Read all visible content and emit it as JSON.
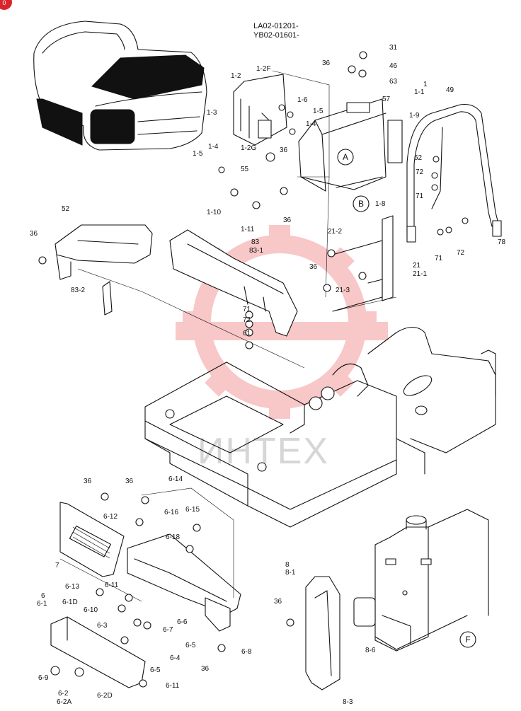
{
  "header": {
    "serial_line_1": "LA02-01201-",
    "serial_line_2": "YB02-01601-"
  },
  "watermark": {
    "text": "ИНТЕХ",
    "color": "#e8393a"
  },
  "corner_badge": {
    "text": "0",
    "color": "#d9262c"
  },
  "callouts": {
    "circle_a": "A",
    "circle_b": "B",
    "circle_f": "F"
  },
  "labels": [
    {
      "id": "l31",
      "text": "31"
    },
    {
      "id": "l36a",
      "text": "36"
    },
    {
      "id": "l46",
      "text": "46"
    },
    {
      "id": "l63",
      "text": "63"
    },
    {
      "id": "l1",
      "text": "1"
    },
    {
      "id": "l1_1",
      "text": "1-1"
    },
    {
      "id": "l49",
      "text": "49"
    },
    {
      "id": "l57",
      "text": "57"
    },
    {
      "id": "l1_2",
      "text": "1-2"
    },
    {
      "id": "l1_2F",
      "text": "1-2F"
    },
    {
      "id": "l1_6",
      "text": "1-6"
    },
    {
      "id": "l1_5a",
      "text": "1-5"
    },
    {
      "id": "l1_4a",
      "text": "1-4"
    },
    {
      "id": "l1_3",
      "text": "1-3"
    },
    {
      "id": "l1_9",
      "text": "1-9"
    },
    {
      "id": "l1_5b",
      "text": "1-5"
    },
    {
      "id": "l1_4b",
      "text": "1-4"
    },
    {
      "id": "l1_2G",
      "text": "1-2G"
    },
    {
      "id": "l36b",
      "text": "36"
    },
    {
      "id": "l62",
      "text": "62"
    },
    {
      "id": "l55",
      "text": "55"
    },
    {
      "id": "l72a",
      "text": "72"
    },
    {
      "id": "l71a",
      "text": "71"
    },
    {
      "id": "l1_8",
      "text": "1-8"
    },
    {
      "id": "l1_10",
      "text": "1-10"
    },
    {
      "id": "l36c",
      "text": "36"
    },
    {
      "id": "l1_11",
      "text": "1-11"
    },
    {
      "id": "l52",
      "text": "52"
    },
    {
      "id": "l78",
      "text": "78"
    },
    {
      "id": "l72b",
      "text": "72"
    },
    {
      "id": "l71b",
      "text": "71"
    },
    {
      "id": "l36d",
      "text": "36"
    },
    {
      "id": "l83",
      "text": "83"
    },
    {
      "id": "l83_1",
      "text": "83-1"
    },
    {
      "id": "l21_2",
      "text": "21-2"
    },
    {
      "id": "l21",
      "text": "21"
    },
    {
      "id": "l21_1",
      "text": "21-1"
    },
    {
      "id": "l36e",
      "text": "36"
    },
    {
      "id": "l21_3",
      "text": "21-3"
    },
    {
      "id": "l83_2",
      "text": "83-2"
    },
    {
      "id": "l71c",
      "text": "71"
    },
    {
      "id": "l72c",
      "text": "72"
    },
    {
      "id": "l61",
      "text": "61"
    },
    {
      "id": "l36f",
      "text": "36"
    },
    {
      "id": "l36g",
      "text": "36"
    },
    {
      "id": "l6_14",
      "text": "6-14"
    },
    {
      "id": "l6_12",
      "text": "6-12"
    },
    {
      "id": "l6_16",
      "text": "6-16"
    },
    {
      "id": "l6_15",
      "text": "6-15"
    },
    {
      "id": "l6_18",
      "text": "6-18"
    },
    {
      "id": "l7",
      "text": "7"
    },
    {
      "id": "l8",
      "text": "8"
    },
    {
      "id": "l8_1",
      "text": "8-1"
    },
    {
      "id": "l6_13",
      "text": "6-13"
    },
    {
      "id": "l6_11a",
      "text": "6-11"
    },
    {
      "id": "l6",
      "text": "6"
    },
    {
      "id": "l6_1",
      "text": "6-1"
    },
    {
      "id": "l6_1D",
      "text": "6-1D"
    },
    {
      "id": "l6_10",
      "text": "6-10"
    },
    {
      "id": "l36h",
      "text": "36"
    },
    {
      "id": "l6_3",
      "text": "6-3"
    },
    {
      "id": "l6_6",
      "text": "6-6"
    },
    {
      "id": "l6_7",
      "text": "6-7"
    },
    {
      "id": "l6_5a",
      "text": "6-5"
    },
    {
      "id": "l6_4",
      "text": "6-4"
    },
    {
      "id": "l6_8",
      "text": "6-8"
    },
    {
      "id": "l8_6",
      "text": "8-6"
    },
    {
      "id": "l6_5b",
      "text": "6-5"
    },
    {
      "id": "l36i",
      "text": "36"
    },
    {
      "id": "l6_9",
      "text": "6-9"
    },
    {
      "id": "l6_2",
      "text": "6-2"
    },
    {
      "id": "l6_2A",
      "text": "6-2A"
    },
    {
      "id": "l6_2D",
      "text": "6-2D"
    },
    {
      "id": "l6_11b",
      "text": "6-11"
    },
    {
      "id": "l8_3",
      "text": "8-3"
    }
  ]
}
